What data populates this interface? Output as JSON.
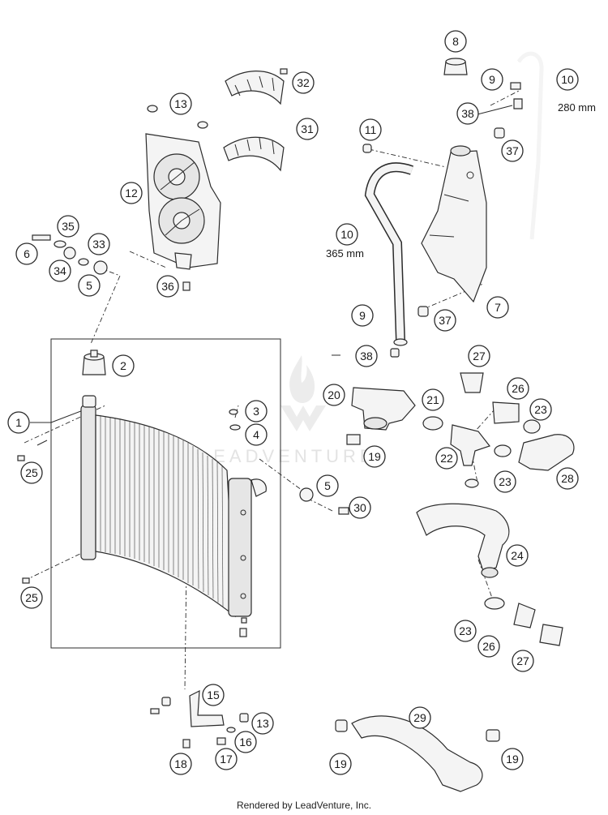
{
  "callouts": {
    "c1": "1",
    "c2": "2",
    "c3": "3",
    "c4": "4",
    "c5a": "5",
    "c5b": "5",
    "c6": "6",
    "c7": "7",
    "c8": "8",
    "c9a": "9",
    "c9b": "9",
    "c10a": "10",
    "c10b": "10",
    "c11": "11",
    "c12": "12",
    "c13a": "13",
    "c13b": "13",
    "c15": "15",
    "c16": "16",
    "c17": "17",
    "c18": "18",
    "c19a": "19",
    "c19b": "19",
    "c19c": "19",
    "c20": "20",
    "c21": "21",
    "c22": "22",
    "c23a": "23",
    "c23b": "23",
    "c23c": "23",
    "c24": "24",
    "c25a": "25",
    "c25b": "25",
    "c26a": "26",
    "c26b": "26",
    "c27a": "27",
    "c27b": "27",
    "c28": "28",
    "c29": "29",
    "c30": "30",
    "c31": "31",
    "c32": "32",
    "c33": "33",
    "c34": "34",
    "c35": "35",
    "c36": "36",
    "c37a": "37",
    "c37b": "37",
    "c38a": "38",
    "c38b": "38"
  },
  "lengths": {
    "hose_long": "280 mm",
    "hose_short": "365 mm"
  },
  "watermark": "LEADVENTURE",
  "footer": "Rendered by LeadVenture, Inc."
}
